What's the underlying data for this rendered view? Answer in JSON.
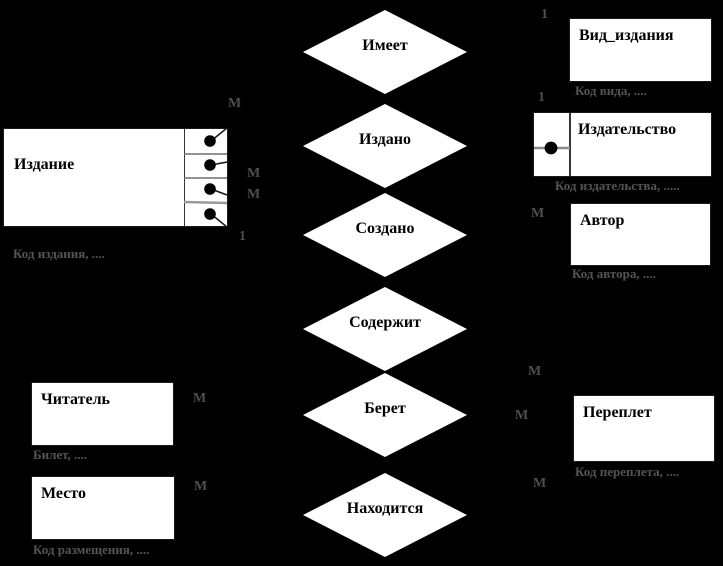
{
  "diagram": {
    "background_color": "#000000",
    "shape_fill_color": "#ffffff",
    "annotation_color": "#545454",
    "entities": {
      "izdanie": {
        "label": "Издание",
        "attributes": "Код издания, ...."
      },
      "vid": {
        "label": "Вид_издания",
        "attributes": "Код вида, ...."
      },
      "izdat": {
        "label": "Издательство",
        "attributes": "Код издательства, ....."
      },
      "avtor": {
        "label": "Автор",
        "attributes": "Код автора, ...."
      },
      "pereplet": {
        "label": "Переплет",
        "attributes": "Код переплета, ...."
      },
      "chitatel": {
        "label": "Читатель",
        "attributes": "Билет, ...."
      },
      "mesto": {
        "label": "Место",
        "attributes": "Код размещения, ...."
      }
    },
    "relationships": {
      "imeet": {
        "label": "Имеет"
      },
      "izdano": {
        "label": "Издано"
      },
      "sozdano": {
        "label": "Создано"
      },
      "soderzhit": {
        "label": "Содержит"
      },
      "beret": {
        "label": "Берет"
      },
      "nakhoditsya": {
        "label": "Находится"
      }
    },
    "cardinalities": {
      "izdanie_top": "М",
      "izdanie_mid1": "М",
      "izdanie_mid2": "М",
      "izdanie_bottom": "1",
      "vid_one": "1",
      "izdat_one": "1",
      "avtor_many": "М",
      "soderzhit_many": "М",
      "pereplet_many": "М",
      "pereplet_many2": "М",
      "chitatel_many": "М",
      "mesto_many": "М"
    }
  }
}
